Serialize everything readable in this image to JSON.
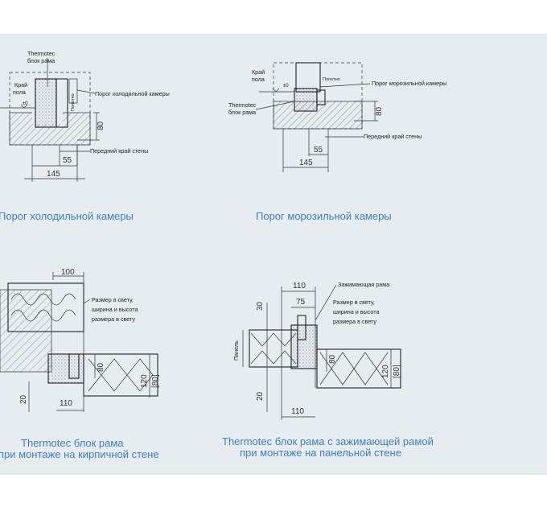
{
  "diagrams": {
    "cold": {
      "labels": {
        "thermotec": "Thermotec",
        "frame": "блок рама",
        "edge1": "Край",
        "edge2": "пола",
        "zero": "±0",
        "leaf": "Полотно",
        "threshold": "Порог холодильной камеры",
        "front": "Передний край стены"
      },
      "dims": {
        "d80": "80",
        "d55": "55",
        "d145": "145"
      },
      "caption": "Порог холодильной камеры"
    },
    "freezer": {
      "labels": {
        "edge1": "Край",
        "edge2": "пола",
        "zero": "±0",
        "leaf": "Полотно",
        "threshold": "Порог морозильной камеры",
        "thermotec": "Thermotec",
        "frame": "блок рама",
        "front": "Передний край стены"
      },
      "dims": {
        "d80": "80",
        "d55": "55",
        "d145": "145"
      },
      "caption": "Порог морозильной камеры"
    },
    "brick": {
      "labels": {
        "clear1": "Размер в свету,",
        "clear2": "ширина и высота",
        "clear3": "размера в свету"
      },
      "dims": {
        "d100": "100",
        "d80": "80",
        "d120": "120",
        "d80b": "[80]",
        "d20": "20",
        "d110": "110"
      },
      "caption1": "Thermotec блок рама",
      "caption2": "при монтаже на кирпичной стене"
    },
    "panel": {
      "labels": {
        "clamp": "Зажимающая рама",
        "clear1": "Размер в свету,",
        "clear2": "ширина и высота",
        "clear3": "размера в свету",
        "panel": "Панель"
      },
      "dims": {
        "d110": "110",
        "d30": "30",
        "d75": "75",
        "d80": "80",
        "d120": "120",
        "d80b": "[80]",
        "d20": "20",
        "d110b": "110"
      },
      "caption1": "Thermotec блок рама  с  зажимающей рамой",
      "caption2": "при монтаже на панельной стене"
    }
  }
}
